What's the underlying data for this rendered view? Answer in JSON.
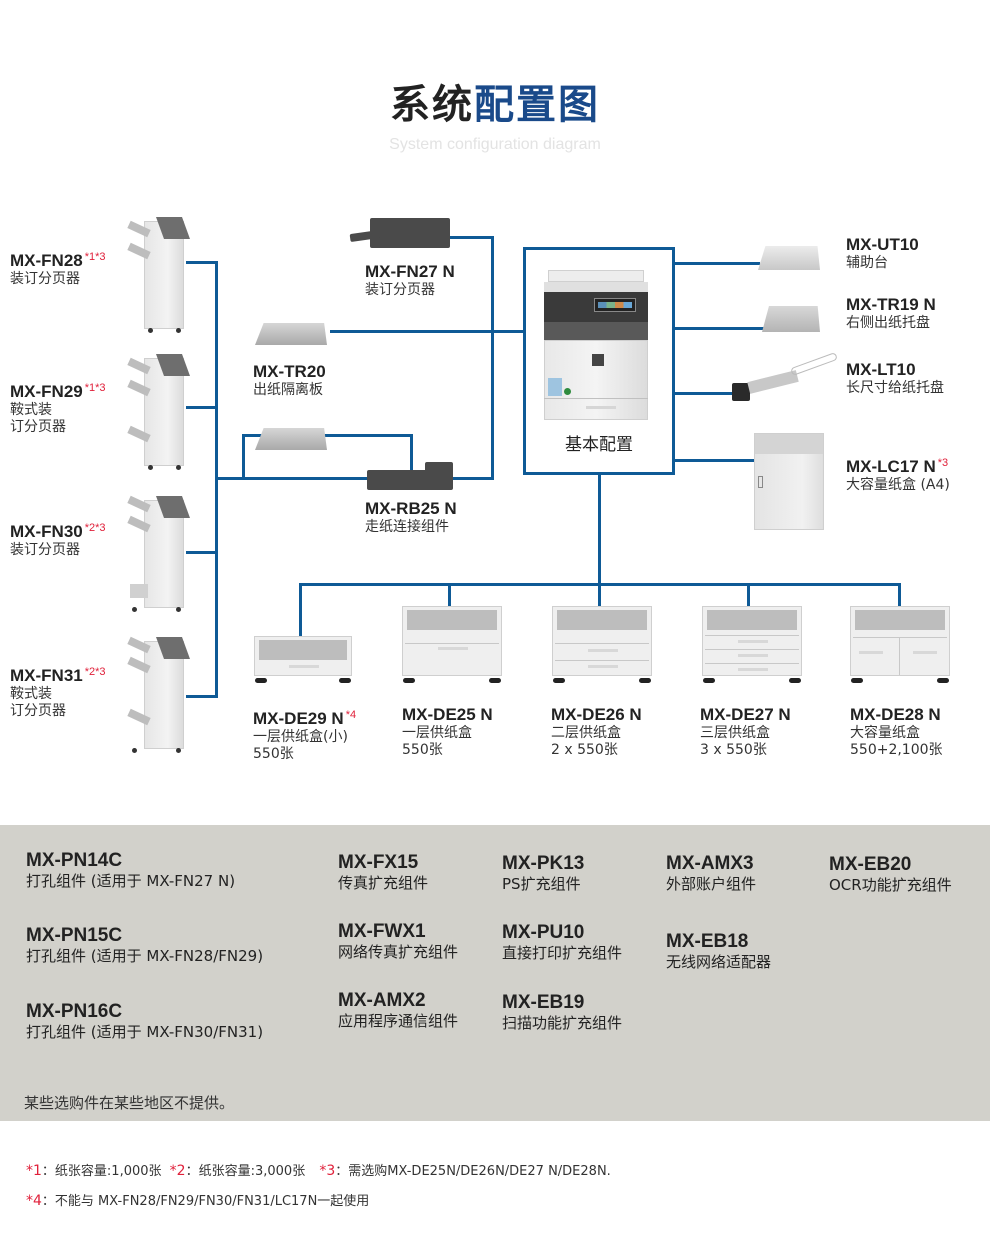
{
  "header": {
    "title_part1": "系统",
    "title_part2": "配置图",
    "subtitle": "System configuration diagram"
  },
  "colors": {
    "connector": "#0e5a96",
    "title_accent": "#1a4a8a",
    "footnote_mark": "#e0203a",
    "panel_bg": "#d2d1cb"
  },
  "left_finishers": [
    {
      "model": "MX-FN28",
      "marks": "*1*3",
      "desc": [
        "装订分页器"
      ]
    },
    {
      "model": "MX-FN29",
      "marks": "*1*3",
      "desc": [
        "鞍式装",
        "订分页器"
      ]
    },
    {
      "model": "MX-FN30",
      "marks": "*2*3",
      "desc": [
        "装订分页器"
      ]
    },
    {
      "model": "MX-FN31",
      "marks": "*2*3",
      "desc": [
        "鞍式装",
        "订分页器"
      ]
    }
  ],
  "middle_options": [
    {
      "model": "MX-FN27 N",
      "desc": "装订分页器"
    },
    {
      "model": "MX-TR20",
      "desc": "出纸隔离板"
    },
    {
      "model": "MX-RB25 N",
      "desc": "走纸连接组件"
    }
  ],
  "base": {
    "label": "基本配置"
  },
  "right_options": [
    {
      "model": "MX-UT10",
      "marks": "",
      "desc": "辅助台"
    },
    {
      "model": "MX-TR19 N",
      "marks": "",
      "desc": "右侧出纸托盘"
    },
    {
      "model": "MX-LT10",
      "marks": "",
      "desc": "长尺寸给纸托盘"
    },
    {
      "model": "MX-LC17 N",
      "marks": "*3",
      "desc": "大容量纸盒 (A4)"
    }
  ],
  "paper_drawers": [
    {
      "model": "MX-DE29 N",
      "marks": "*4",
      "desc": "一层供纸盒(小)",
      "capacity": "550张"
    },
    {
      "model": "MX-DE25 N",
      "marks": "",
      "desc": "一层供纸盒",
      "capacity": "550张"
    },
    {
      "model": "MX-DE26 N",
      "marks": "",
      "desc": "二层供纸盒",
      "capacity": "2 x 550张"
    },
    {
      "model": "MX-DE27 N",
      "marks": "",
      "desc": "三层供纸盒",
      "capacity": "3 x 550张"
    },
    {
      "model": "MX-DE28 N",
      "marks": "",
      "desc": "大容量纸盒",
      "capacity": "550+2,100张"
    }
  ],
  "internal_options": {
    "col1": [
      {
        "model": "MX-PN14C",
        "desc": "打孔组件 (适用于 MX-FN27 N)"
      },
      {
        "model": "MX-PN15C",
        "desc": "打孔组件 (适用于 MX-FN28/FN29)"
      },
      {
        "model": "MX-PN16C",
        "desc": "打孔组件 (适用于 MX-FN30/FN31)"
      }
    ],
    "col2": [
      {
        "model": "MX-FX15",
        "desc": "传真扩充组件"
      },
      {
        "model": "MX-FWX1",
        "desc": "网络传真扩充组件"
      },
      {
        "model": "MX-AMX2",
        "desc": "应用程序通信组件"
      }
    ],
    "col3": [
      {
        "model": "MX-PK13",
        "desc": "PS扩充组件"
      },
      {
        "model": "MX-PU10",
        "desc": "直接打印扩充组件"
      },
      {
        "model": "MX-EB19",
        "desc": "扫描功能扩充组件"
      }
    ],
    "col4": [
      {
        "model": "MX-AMX3",
        "desc": "外部账户组件"
      },
      {
        "model": "MX-EB18",
        "desc": "无线网络适配器"
      }
    ],
    "col5": [
      {
        "model": "MX-EB20",
        "desc": "OCR功能扩充组件"
      }
    ],
    "note": "某些选购件在某些地区不提供。"
  },
  "footnotes": [
    {
      "mark": "*1",
      "text": "：纸张容量:1,000张"
    },
    {
      "mark": "*2",
      "text": "：纸张容量:3,000张"
    },
    {
      "mark": "*3",
      "text": "：需选购MX-DE25N/DE26N/DE27 N/DE28N."
    },
    {
      "mark": "*4",
      "text": "：不能与 MX-FN28/FN29/FN30/FN31/LC17N一起使用"
    }
  ]
}
